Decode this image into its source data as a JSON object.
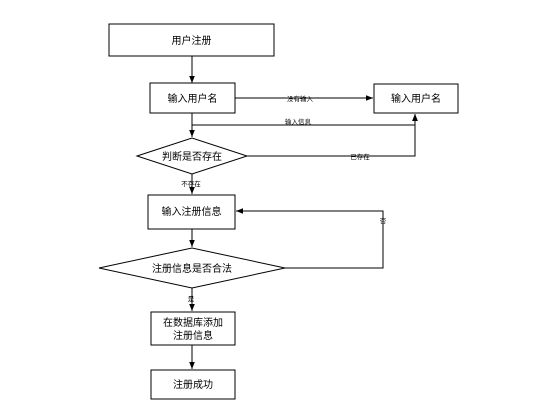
{
  "nodes": {
    "register": "用户注册",
    "input_username": "输入用户名",
    "input_username_right": "输入用户名",
    "check_exists": "判断是否存在",
    "input_register_info": "输入注册信息",
    "check_valid": "注册信息是否合法",
    "db_add_line1": "在数据库添加",
    "db_add_line2": "注册信息",
    "success": "注册成功"
  },
  "edges": {
    "no_input": "没有输入",
    "input_info": "输入信息",
    "already_exists": "已存在",
    "not_exists": "不存在",
    "no": "否",
    "yes": "是"
  }
}
